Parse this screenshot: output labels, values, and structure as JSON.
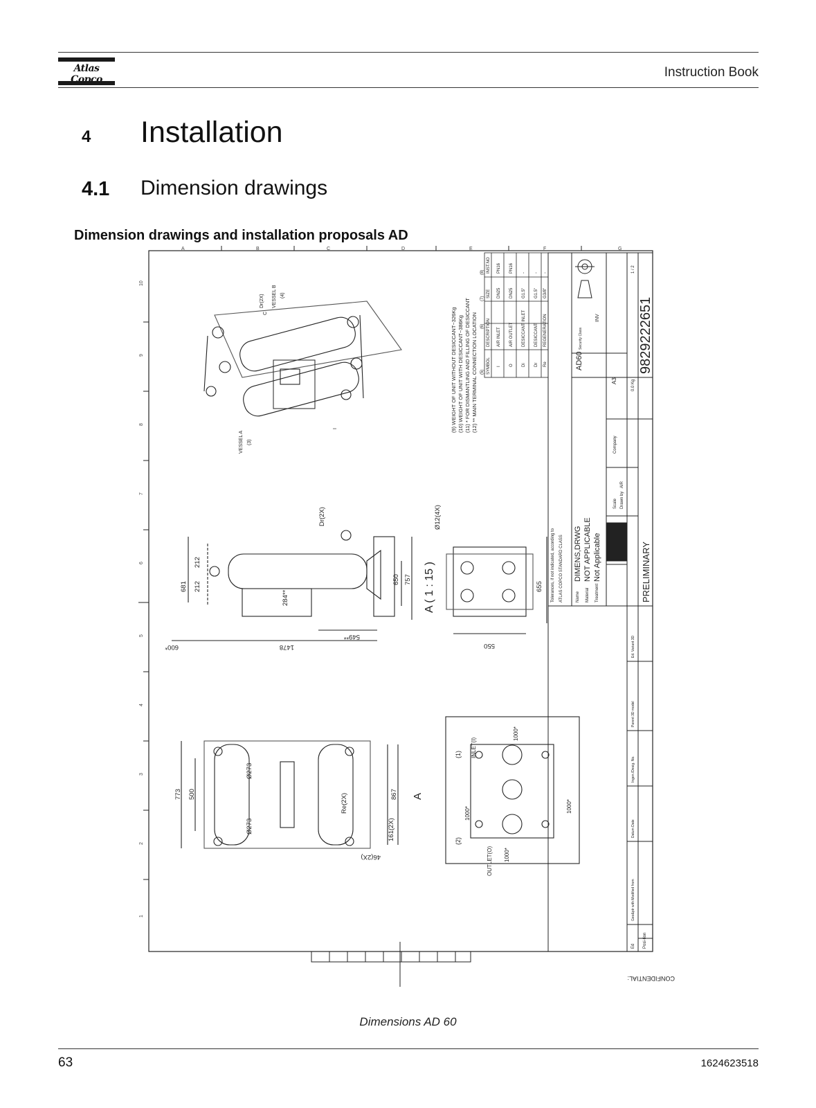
{
  "header": {
    "logo_text": "Atlas Copco",
    "book_title": "Instruction Book"
  },
  "chapter": {
    "number": "4",
    "title": "Installation"
  },
  "section": {
    "number": "4.1",
    "title": "Dimension drawings"
  },
  "subheading": "Dimension drawings and installation proposals AD",
  "drawing": {
    "zones_top": [
      "A",
      "B",
      "C",
      "D",
      "E",
      "F",
      "G"
    ],
    "zones_left": [
      "10",
      "9",
      "8",
      "7",
      "6",
      "5",
      "4",
      "3",
      "2",
      "1"
    ],
    "iso_labels": [
      "VESSEL A",
      "(3)",
      "VESSEL B",
      "(4)",
      "Dr(2X)",
      "C",
      "I"
    ],
    "notes": [
      "(9) WEIGHT OF UNIT WITHOUT DESICCANT~326Kg",
      "(10) WEIGHT OF UNIT WITH DESICCANT~386Kg",
      "(11) * FOR DISMANTLING AND FILLING OF DESICCANT",
      "(12) ** MAIN TERMINAL CONNECTION LOCATION"
    ],
    "table_headers": [
      "SYMBOL",
      "DESCRIPTION",
      "SIZE",
      "INST.NO",
      "(5)",
      "(6)",
      "(7)",
      "(8)"
    ],
    "table_rows": [
      [
        "I",
        "AIR INLET",
        "DN25",
        "PN16"
      ],
      [
        "O",
        "AIR OUTLET",
        "DN25",
        "PN16"
      ],
      [
        "Di",
        "DESICCANT INLET",
        "G1.5\"",
        "-"
      ],
      [
        "Dr",
        "DESICCANT",
        "G1.5\"",
        "-"
      ],
      [
        "Re",
        "REGENERATION",
        "G3/8\"",
        "-"
      ]
    ],
    "side_view_dims": [
      "681",
      "212",
      "212",
      "284**",
      "650",
      "757",
      "600*",
      "1478",
      "549**",
      "Dr(2X)"
    ],
    "section_view": {
      "scale_label": "A ( 1 : 15 )",
      "dims": [
        "Ø12(4X)",
        "655",
        "550"
      ]
    },
    "plan_view_dims": [
      "773",
      "500",
      "Ø273",
      "Ø273",
      "Re(2X)",
      "867",
      "161(2X)",
      "46(2X)",
      "A"
    ],
    "top_view": {
      "labels": [
        "(1)",
        "INLET(I)",
        "(2)",
        "OUTLET(O)"
      ],
      "clearances": [
        "1000*",
        "1000*",
        "1000*",
        "1000*"
      ]
    },
    "title_block": {
      "tolerances": "Tolerances, if not indicated, according to",
      "standard": "ATLAS COPCO STANDARD CLASS",
      "name_label": "Name",
      "name": "DIMENS,DRWG",
      "material_label": "Material",
      "material": "NOT APPLICABLE",
      "treatment_label": "Treatment",
      "treatment": "Not Applicable",
      "product": "AD60",
      "security_class_label": "Security Class",
      "inv": "INV",
      "status": "PRELIMINARY",
      "scale_label": "Scale",
      "drawn_by_label": "Drawn by",
      "drawn_by": "AIR",
      "company_label": "Company",
      "size": "A3",
      "weight": "0.0 Kg",
      "drawing_number": "9829222651",
      "sheet": "1 / 2",
      "confidential": "CONFIDENTIAL:",
      "revision_cols": [
        "Ed",
        "Posi-tion",
        "Geo&ptr with Modified from",
        "Datum Date",
        "Ingen./Desig. No.",
        "Parent 3D model",
        "Ed. Variant 3D"
      ]
    }
  },
  "caption": "Dimensions AD 60",
  "footer": {
    "page_number": "63",
    "doc_number": "1624623518"
  }
}
